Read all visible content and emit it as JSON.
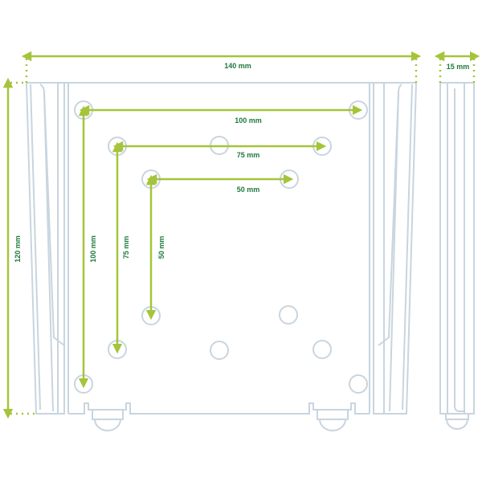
{
  "colors": {
    "outline": "#c8d5df",
    "arrow": "#a5c43b",
    "label": "#1e7a3c"
  },
  "dimensions": {
    "width": "140 mm",
    "height": "120 mm",
    "depth": "15 mm",
    "vesa_100_h": "100 mm",
    "vesa_75_h": "75 mm",
    "vesa_50_h": "50 mm",
    "vesa_100_v": "100 mm",
    "vesa_75_v": "75 mm",
    "vesa_50_v": "50 mm"
  }
}
